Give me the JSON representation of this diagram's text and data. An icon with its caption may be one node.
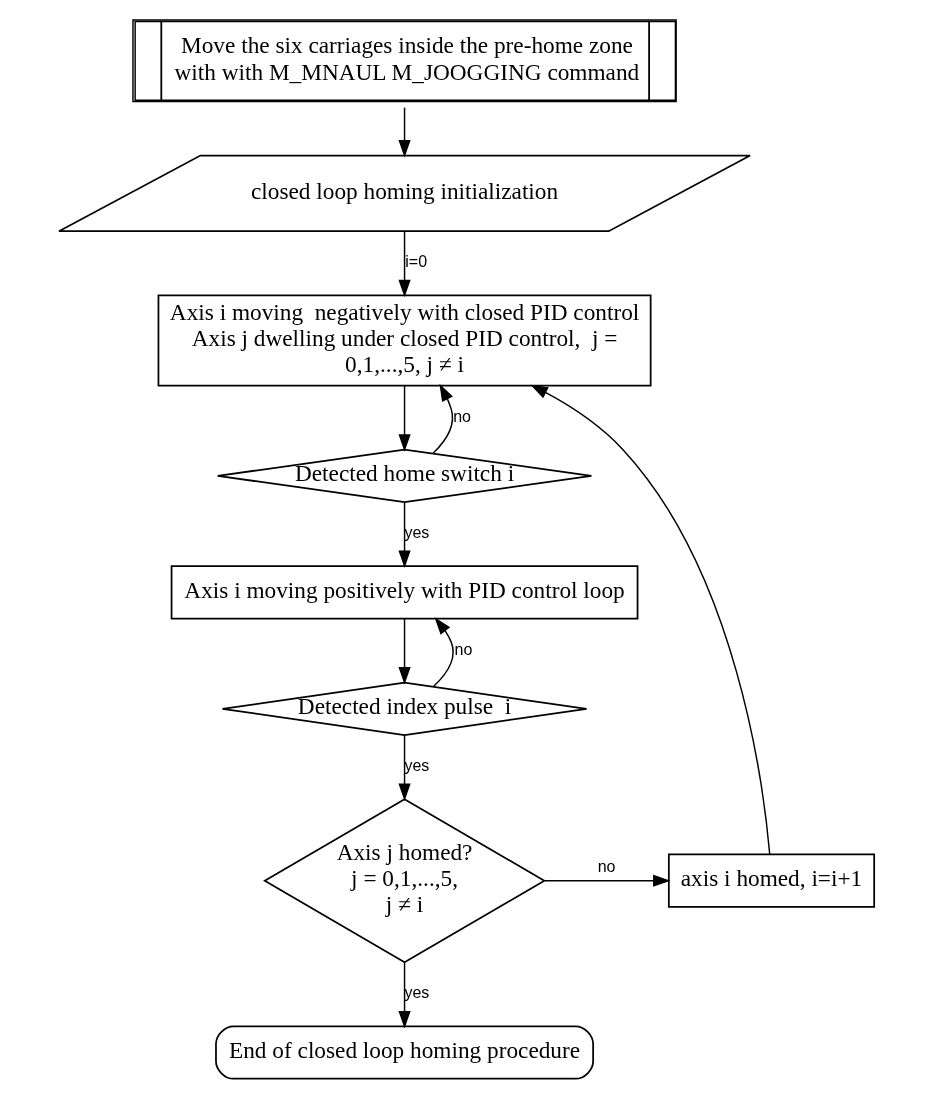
{
  "diagram": {
    "nodes": [
      {
        "text": [
          "Move the six carriages inside the pre-home zone with with M_MNAUL M_JOOGGING command"
        ]
      },
      {
        "text": [
          "closed loop homing initialization"
        ]
      },
      {
        "text": [
          "Axis i moving  negatively with closed PID control Axis j dwelling under closed PID control,  j = 0,1,...,5, j ≠ i"
        ]
      },
      {
        "text": [
          "Detected home switch i"
        ]
      },
      {
        "text": [
          "Axis i moving positively with PID control loop"
        ]
      },
      {
        "text": [
          "Detected index pulse  i"
        ]
      },
      {
        "text": [
          "Axis j homed? j = 0,1,...,5, j ≠ i"
        ]
      },
      {
        "text": [
          "axis i homed, i=i+1"
        ]
      },
      {
        "text": [
          "End of closed loop homing procedure"
        ]
      }
    ],
    "edges": [
      {
        "from": 0,
        "to": 1,
        "arrow": "to"
      },
      {
        "from": 1,
        "to": 2,
        "arrow": "to",
        "label": "i=0"
      },
      {
        "from": 2,
        "to": 3,
        "arrow": "to"
      },
      {
        "from": 3,
        "to": 4,
        "arrow": "to",
        "label": "yes"
      },
      {
        "from": 3,
        "to": 2,
        "arrow": "to",
        "label": "no"
      },
      {
        "from": 4,
        "to": 5,
        "arrow": "to"
      },
      {
        "from": 5,
        "to": 6,
        "arrow": "to",
        "label": "yes"
      },
      {
        "from": 5,
        "to": 4,
        "arrow": "to",
        "label": "no"
      },
      {
        "from": 6,
        "to": 7,
        "arrow": "to",
        "label": "no"
      },
      {
        "from": 7,
        "to": 2,
        "arrow": "to"
      },
      {
        "from": 6,
        "to": 8,
        "arrow": "to",
        "label": "yes"
      }
    ]
  }
}
